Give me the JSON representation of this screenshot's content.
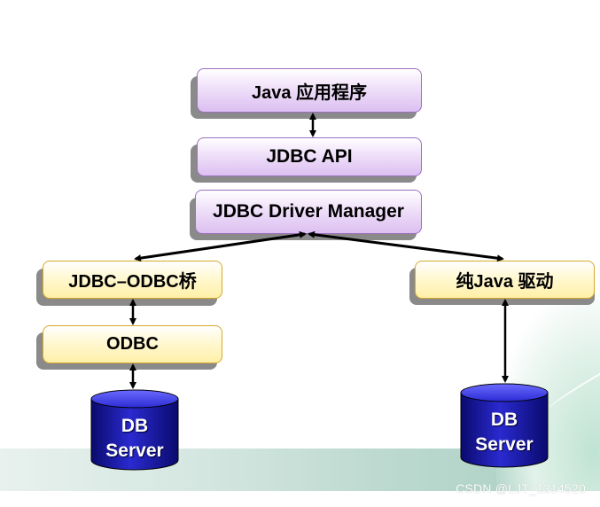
{
  "diagram": {
    "nodes": {
      "java_app": "Java 应用程序",
      "jdbc_api": "JDBC API",
      "driver_manager": "JDBC Driver Manager",
      "jdbc_odbc_bridge": "JDBC–ODBC桥",
      "odbc": "ODBC",
      "pure_java_driver": "纯Java 驱动"
    },
    "databases": {
      "left": {
        "line1": "DB",
        "line2": "Server"
      },
      "right": {
        "line1": "DB",
        "line2": "Server"
      }
    }
  },
  "watermark": "CSDN @LJT_1314520",
  "colors": {
    "purple_fill": "#dcbff1",
    "purple_border": "#9b6fc0",
    "yellow_fill": "#fff0a8",
    "yellow_border": "#d6a92a",
    "db_blue": "#1a1aa0",
    "arrow": "#000000"
  }
}
